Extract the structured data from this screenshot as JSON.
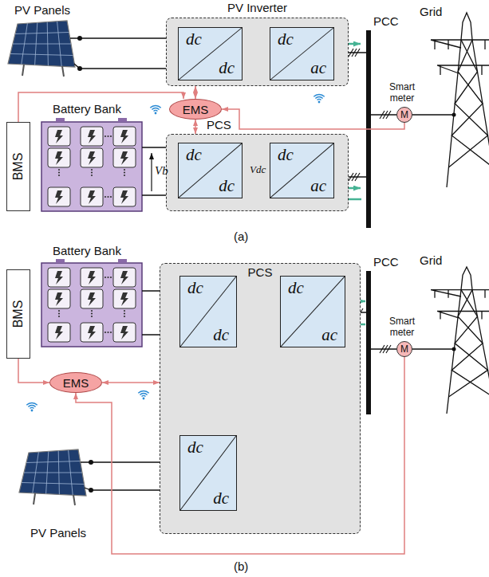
{
  "diagram": {
    "nodes": [
      {
        "text": [
          "PV Inverter"
        ]
      },
      {
        "text": [
          "dc",
          "dc"
        ],
        "in": 0
      },
      {
        "text": [
          "dc",
          "ac"
        ],
        "in": 0
      },
      {
        "text": [
          "EMS"
        ]
      },
      {
        "text": [
          "BMS"
        ]
      },
      {
        "text": [
          "PCS"
        ]
      },
      {
        "text": [
          "dc",
          "dc"
        ],
        "in": 5
      },
      {
        "text": [
          "dc",
          "ac"
        ],
        "in": 5
      },
      {
        "text": [
          "M"
        ]
      },
      {
        "text": [
          "EMS"
        ]
      },
      {
        "text": [
          "BMS"
        ]
      },
      {
        "text": [
          "PCS"
        ]
      },
      {
        "text": [
          "dc",
          "dc"
        ],
        "in": 11
      },
      {
        "text": [
          "dc",
          "ac"
        ],
        "in": 11
      },
      {
        "text": [
          "dc",
          "dc"
        ],
        "in": 11
      },
      {
        "text": [
          "M"
        ]
      }
    ],
    "edges": [
      {
        "from": 1,
        "to": 2,
        "arrow": "none"
      },
      {
        "from": 6,
        "to": 7,
        "arrow": "none"
      },
      {
        "from": 3,
        "to": 0,
        "arrow": "both"
      },
      {
        "from": 3,
        "to": 5,
        "arrow": "both"
      },
      {
        "from": 4,
        "to": 3,
        "arrow": "to"
      },
      {
        "from": 8,
        "to": 3,
        "arrow": "to"
      },
      {
        "from": 12,
        "to": 13,
        "arrow": "none"
      },
      {
        "from": 14,
        "to": 13,
        "arrow": "none"
      },
      {
        "from": 10,
        "to": 9,
        "arrow": "to"
      },
      {
        "from": 9,
        "to": 11,
        "arrow": "both"
      },
      {
        "from": 15,
        "to": 9,
        "arrow": "to"
      }
    ],
    "labels": [
      "PV Panels",
      "PCC",
      "Grid",
      "Smart meter",
      "Battery Bank",
      "Vb",
      "Vdc",
      "(a)",
      "Battery Bank",
      "PCC",
      "Grid",
      "Smart meter",
      "PV Panels",
      "(b)"
    ]
  }
}
